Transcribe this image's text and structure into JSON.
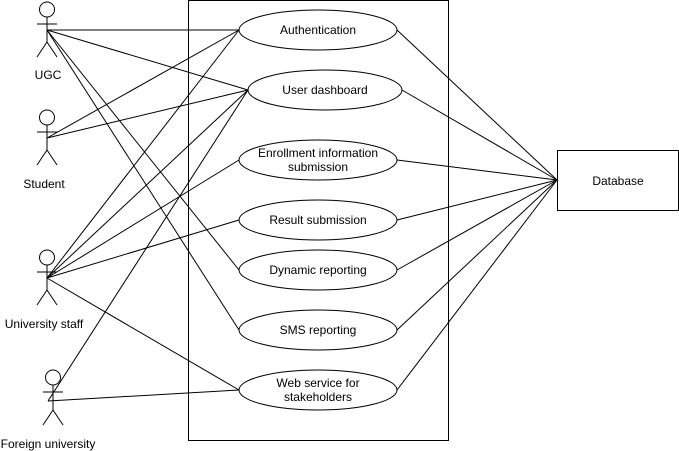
{
  "diagram": {
    "actors": {
      "ugc": "UGC",
      "student": "Student",
      "university_staff": "University staff",
      "foreign_university": "Foreign university"
    },
    "use_cases": {
      "authentication": [
        "Authentication"
      ],
      "user_dashboard": [
        "User dashboard"
      ],
      "enrollment_info": [
        "Enrollment information",
        "submission"
      ],
      "result_submission": [
        "Result submission"
      ],
      "dynamic_reporting": [
        "Dynamic reporting"
      ],
      "sms_reporting": [
        "SMS reporting"
      ],
      "web_service": [
        "Web service for",
        "stakeholders"
      ]
    },
    "database": "Database",
    "associations": [
      [
        "ugc",
        "authentication"
      ],
      [
        "ugc",
        "user_dashboard"
      ],
      [
        "ugc",
        "dynamic_reporting"
      ],
      [
        "ugc",
        "sms_reporting"
      ],
      [
        "student",
        "authentication"
      ],
      [
        "student",
        "user_dashboard"
      ],
      [
        "university_staff",
        "authentication"
      ],
      [
        "university_staff",
        "user_dashboard"
      ],
      [
        "university_staff",
        "enrollment_info"
      ],
      [
        "university_staff",
        "result_submission"
      ],
      [
        "university_staff",
        "web_service"
      ],
      [
        "foreign_university",
        "user_dashboard"
      ],
      [
        "foreign_university",
        "web_service"
      ],
      [
        "authentication",
        "database"
      ],
      [
        "user_dashboard",
        "database"
      ],
      [
        "enrollment_info",
        "database"
      ],
      [
        "result_submission",
        "database"
      ],
      [
        "dynamic_reporting",
        "database"
      ],
      [
        "sms_reporting",
        "database"
      ],
      [
        "web_service",
        "database"
      ]
    ]
  }
}
